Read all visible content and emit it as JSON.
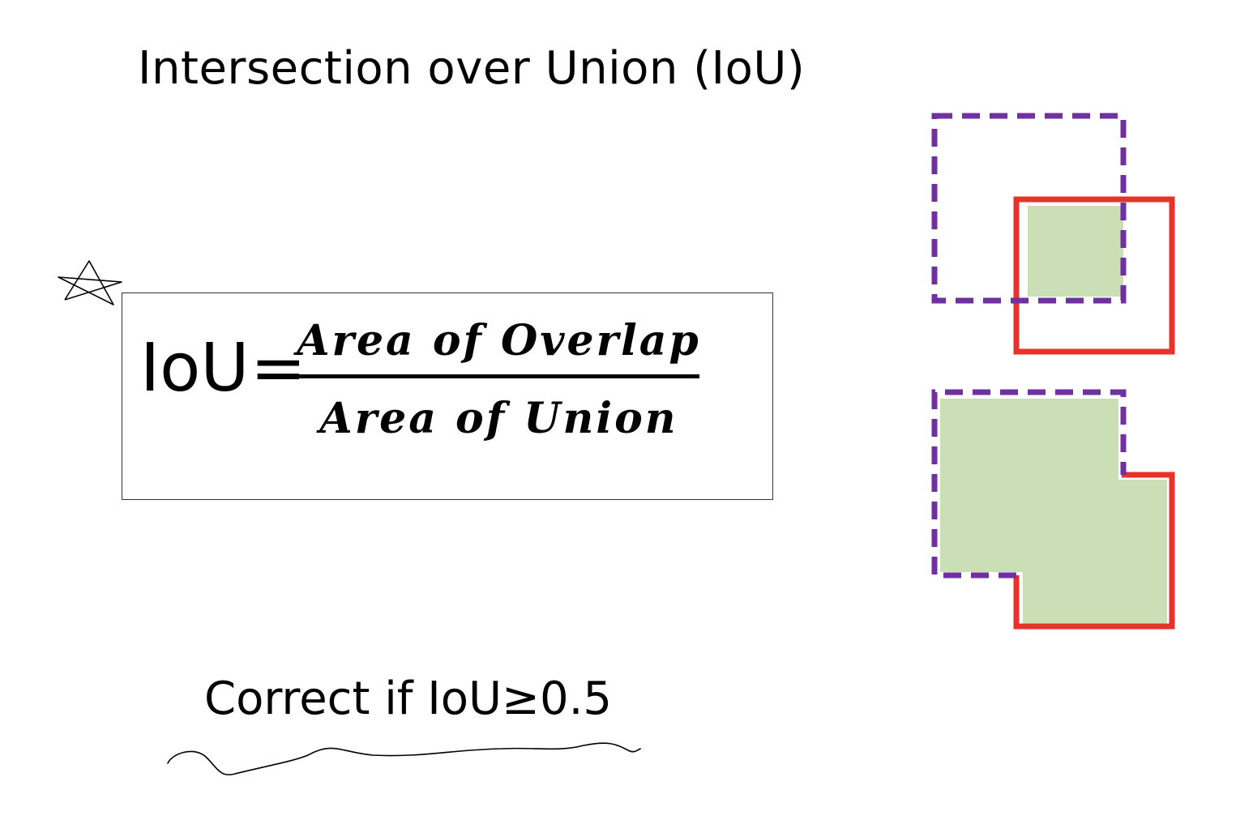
{
  "title": "Intersection over Union (IoU)",
  "formula": {
    "lhs": "IoU",
    "equals": "=",
    "numerator": "Area of Overlap",
    "denominator": "Area of Union"
  },
  "criterion": "Correct if IoU≥0.5",
  "colors": {
    "dashed_box": "#7030a0",
    "solid_box": "#e8312a",
    "fill": "#cadfb6",
    "ink": "#000000"
  },
  "icons": {
    "star": "hand-drawn-star-icon",
    "underline": "hand-drawn-squiggle"
  }
}
